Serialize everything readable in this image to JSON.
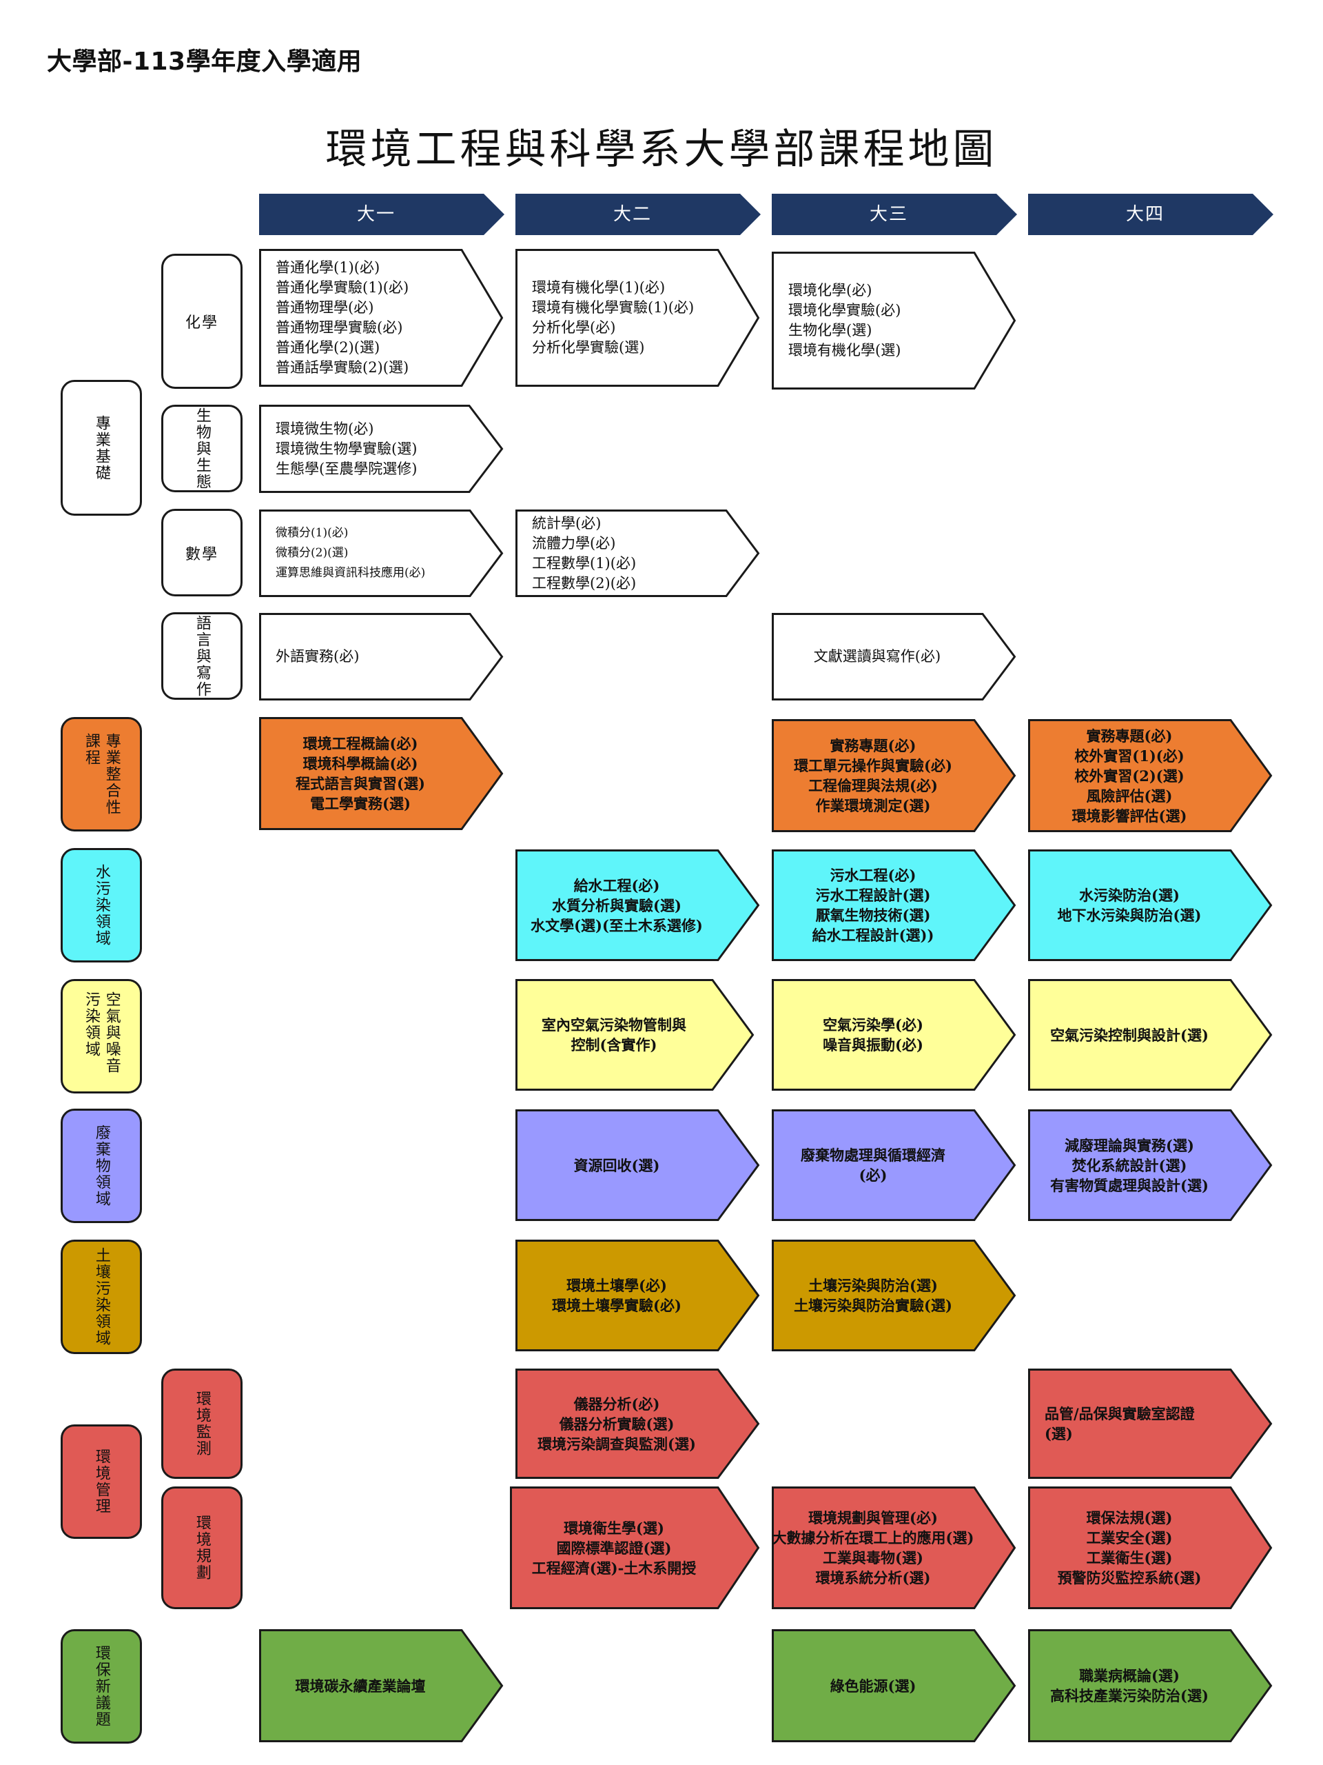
{
  "header": {
    "note": "大學部-113學年度入學適用",
    "title": "環境工程與科學系大學部課程地圖"
  },
  "years": [
    "大一",
    "大二",
    "大三",
    "大四"
  ],
  "colors": {
    "navy": "#1f3864",
    "orange": "#ed7d31",
    "cyan": "#5ff5fa",
    "yellow": "#ffff99",
    "purple": "#9999ff",
    "brown": "#cc9900",
    "red": "#e05a55",
    "green": "#70ad47"
  },
  "categories": {
    "major_basic": "專業基礎",
    "sub_chem": "化學",
    "sub_bio": "生物與生態",
    "sub_math": "數學",
    "sub_lang": "語言與寫作",
    "integrated": "專業整合性課程",
    "water": "水污染領域",
    "air": "空氣與噪音污染領域",
    "waste": "廢棄物領域",
    "soil": "土壤污染領域",
    "mgmt": "環境管理",
    "sub_monitor": "環境監測",
    "sub_plan": "環境規劃",
    "issues": "環保新議題"
  },
  "courses": {
    "chem_y1": [
      "普通化學(1)(必)",
      "普通化學實驗(1)(必)",
      "普通物理學(必)",
      "普通物理學實驗(必)",
      "普通化學(2)(選)",
      "普通話學實驗(2)(選)"
    ],
    "chem_y2": [
      "環境有機化學(1)(必)",
      "環境有機化學實驗(1)(必)",
      "分析化學(必)",
      "分析化學實驗(選)"
    ],
    "chem_y3": [
      "環境化學(必)",
      "環境化學實驗(必)",
      "生物化學(選)",
      "環境有機化學(選)"
    ],
    "bio_y1": [
      "環境微生物(必)",
      "環境微生物學實驗(選)",
      "生態學(至農學院選修)"
    ],
    "math_y1": [
      "微積分(1)(必)",
      "微積分(2)(選)",
      "運算思維與資訊科技應用(必)"
    ],
    "math_y2": [
      "統計學(必)",
      "流體力學(必)",
      "工程數學(1)(必)",
      "工程數學(2)(必)"
    ],
    "lang_y1": [
      "外語實務(必)"
    ],
    "lang_y3": [
      "文獻選讀與寫作(必)"
    ],
    "int_y1": [
      "環境工程概論(必)",
      "環境科學概論(必)",
      "程式語言與實習(選)",
      "電工學實務(選)"
    ],
    "int_y3": [
      "實務專題(必)",
      "環工單元操作與實驗(必)",
      "工程倫理與法規(必)",
      "作業環境測定(選)"
    ],
    "int_y4": [
      "實務專題(必)",
      "校外實習(1)(必)",
      "校外實習(2)(選)",
      "風險評估(選)",
      "環境影響評估(選)"
    ],
    "water_y2": [
      "給水工程(必)",
      "水質分析與實驗(選)",
      "水文學(選)(至土木系選修)"
    ],
    "water_y3": [
      "污水工程(必)",
      "污水工程設計(選)",
      "厭氧生物技術(選)",
      "給水工程設計(選))"
    ],
    "water_y4": [
      "水污染防治(選)",
      "地下水污染與防治(選)"
    ],
    "air_y2": [
      "室內空氣污染物管制與",
      "控制(含實作)"
    ],
    "air_y3": [
      "空氣污染學(必)",
      "噪音與振動(必)"
    ],
    "air_y4": [
      "空氣污染控制與設計(選)"
    ],
    "waste_y2": [
      "資源回收(選)"
    ],
    "waste_y3": [
      "廢棄物處理與循環經濟",
      "(必)"
    ],
    "waste_y4": [
      "減廢理論與實務(選)",
      "焚化系統設計(選)",
      "有害物質處理與設計(選)"
    ],
    "soil_y2": [
      "環境土壤學(必)",
      "環境土壤學實驗(必)"
    ],
    "soil_y3": [
      "土壤污染與防治(選)",
      "土壤污染與防治實驗(選)"
    ],
    "mon_y2": [
      "儀器分析(必)",
      "儀器分析實驗(選)",
      "環境污染調查與監測(選)"
    ],
    "mon_y4": [
      "品管/品保與實驗室認證",
      "(選)"
    ],
    "plan_y2": [
      "環境衛生學(選)",
      "國際標準認證(選)",
      "工程經濟(選)-土木系開授"
    ],
    "plan_y3": [
      "環境規劃與管理(必)",
      "大數據分析在環工上的應用(選)",
      "工業與毒物(選)",
      "環境系統分析(選)"
    ],
    "plan_y4": [
      "環保法規(選)",
      "工業安全(選)",
      "工業衛生(選)",
      "預警防災監控系統(選)"
    ],
    "iss_y1": [
      "環境碳永續產業論壇"
    ],
    "iss_y3": [
      "綠色能源(選)"
    ],
    "iss_y4": [
      "職業病概論(選)",
      "高科技產業污染防治(選)"
    ]
  }
}
